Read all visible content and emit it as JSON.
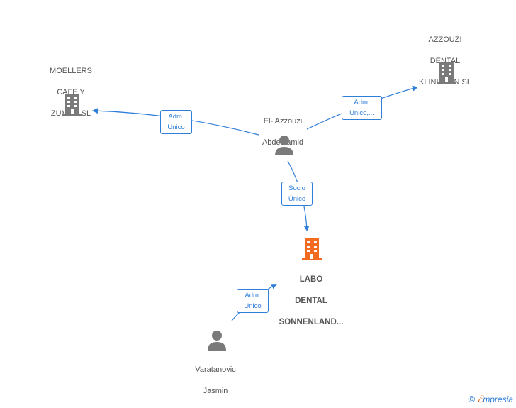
{
  "colors": {
    "edge": "#2f7ed8",
    "company": "#7a7a7a",
    "focus_company": "#f26b21",
    "person": "#7a7a7a"
  },
  "nodes": {
    "moellers": {
      "lines": [
        "MOELLERS",
        "CAFE Y",
        "ZUMOS  SL"
      ],
      "icon": "building-icon"
    },
    "azzouzi_dental": {
      "lines": [
        "AZZOUZI",
        "DENTAL",
        "KLINIKKEN  SL"
      ],
      "icon": "building-icon"
    },
    "el_azzouzi": {
      "lines": [
        "El- Azzouzi",
        "Abdelhamid"
      ],
      "icon": "person-icon"
    },
    "labo_dental": {
      "lines": [
        "LABO",
        "DENTAL",
        "SONNENLAND..."
      ],
      "icon": "building-icon"
    },
    "varatanovic": {
      "lines": [
        "Varatanovic",
        "Jasmin"
      ],
      "icon": "person-icon"
    }
  },
  "edges": {
    "to_moellers": [
      "Adm.",
      "Unico"
    ],
    "to_azzouzi": [
      "Adm.",
      "Unico,..."
    ],
    "to_labo_socio": [
      "Socio",
      "Único"
    ],
    "varatanovic_to_labo": [
      "Adm.",
      "Unico"
    ]
  },
  "brand": {
    "copyright": "©",
    "e": "ℰ",
    "rest": "mpresia"
  }
}
